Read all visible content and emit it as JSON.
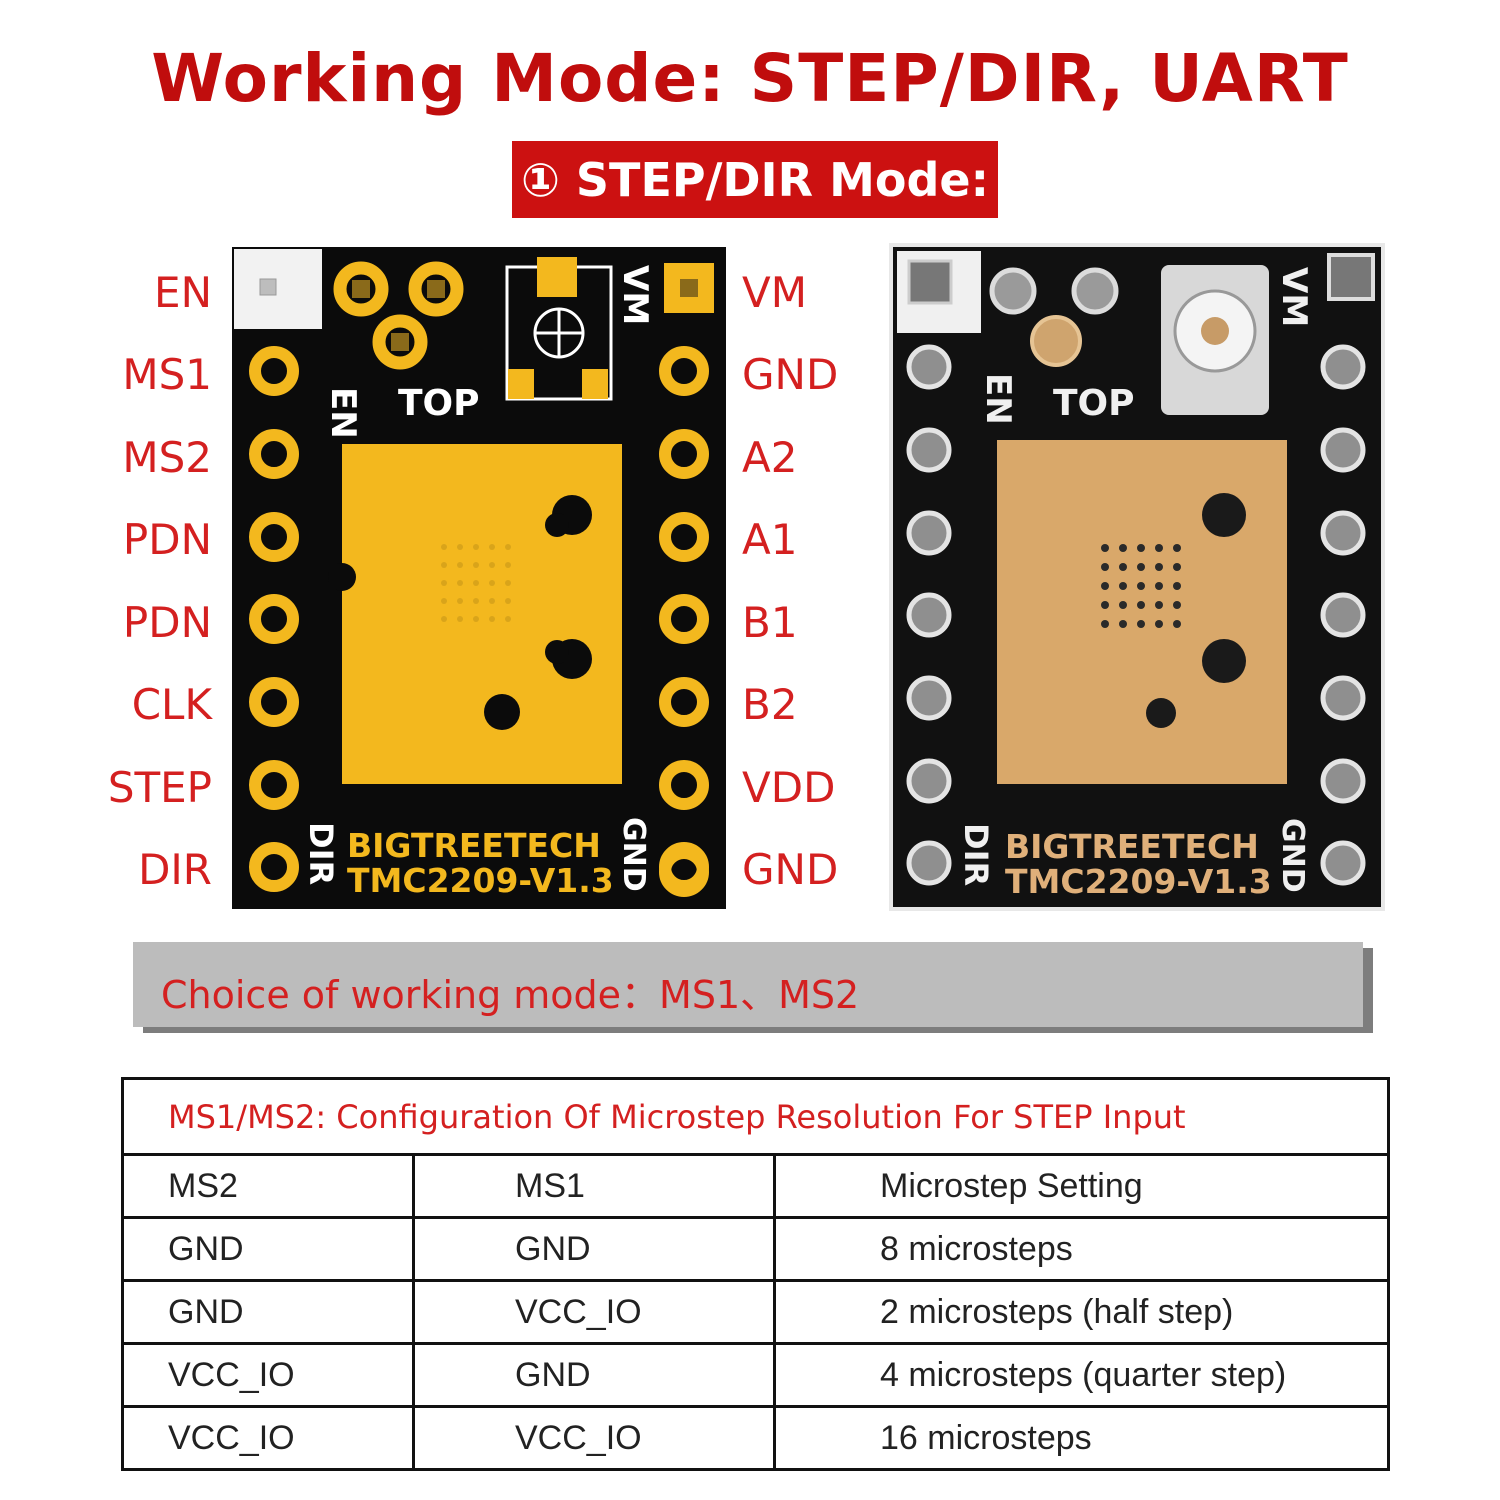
{
  "header": {
    "title": "Working Mode: STEP/DIR, UART",
    "subtitle": "① STEP/DIR Mode:"
  },
  "pins": {
    "left": [
      "EN",
      "MS1",
      "MS2",
      "PDN",
      "PDN",
      "CLK",
      "STEP",
      "DIR"
    ],
    "right": [
      "VM",
      "GND",
      "A2",
      "A1",
      "B1",
      "B2",
      "VDD",
      "GND"
    ]
  },
  "board": {
    "silk_en": "EN",
    "silk_top": "TOP",
    "silk_vm": "VM",
    "silk_dir": "DIR",
    "silk_gnd": "GND",
    "brand": "BIGTREETECH",
    "model": "TMC2209-V1.3",
    "colors": {
      "pcb": "#0b0b0b",
      "pad_gold": "#f3b81e",
      "copper": "#d9a86a"
    }
  },
  "banner": {
    "text": "Choice of working mode：MS1、MS2"
  },
  "table": {
    "caption": "MS1/MS2: Configuration Of Microstep Resolution For STEP Input",
    "headers": [
      "MS2",
      "MS1",
      "Microstep Setting"
    ],
    "rows": [
      [
        "GND",
        "GND",
        "8 microsteps"
      ],
      [
        "GND",
        "VCC_IO",
        "2 microsteps (half step)"
      ],
      [
        "VCC_IO",
        "GND",
        "4 microsteps (quarter step)"
      ],
      [
        "VCC_IO",
        "VCC_IO",
        "16 microsteps"
      ]
    ]
  }
}
